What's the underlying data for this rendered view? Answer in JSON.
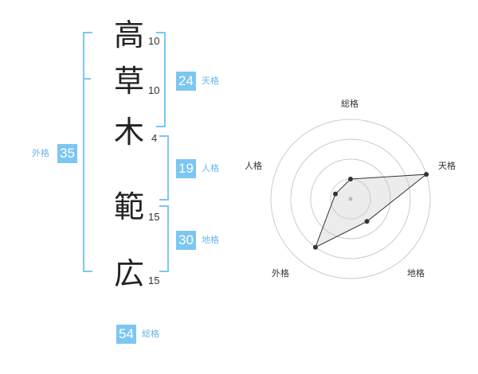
{
  "name": {
    "chars": [
      {
        "char": "高",
        "strokes": "10"
      },
      {
        "char": "草",
        "strokes": "10"
      },
      {
        "char": "木",
        "strokes": "4"
      },
      {
        "char": "範",
        "strokes": "15"
      },
      {
        "char": "広",
        "strokes": "15"
      }
    ]
  },
  "kaku": {
    "tenkaku": {
      "value": "24",
      "label": "天格"
    },
    "jinkaku": {
      "value": "19",
      "label": "人格"
    },
    "chikaku": {
      "value": "30",
      "label": "地格"
    },
    "gaikaku": {
      "value": "35",
      "label": "外格"
    },
    "soukaku": {
      "value": "54",
      "label": "総格"
    }
  },
  "colors": {
    "accent": "#7cc6f2",
    "label": "#6ab7e6"
  },
  "chart_data": {
    "type": "radar",
    "axes": [
      "総格",
      "天格",
      "地格",
      "外格",
      "人格"
    ],
    "values": [
      0.25,
      1.0,
      0.35,
      0.75,
      0.2
    ],
    "range": [
      0,
      1
    ],
    "rings": 4
  }
}
